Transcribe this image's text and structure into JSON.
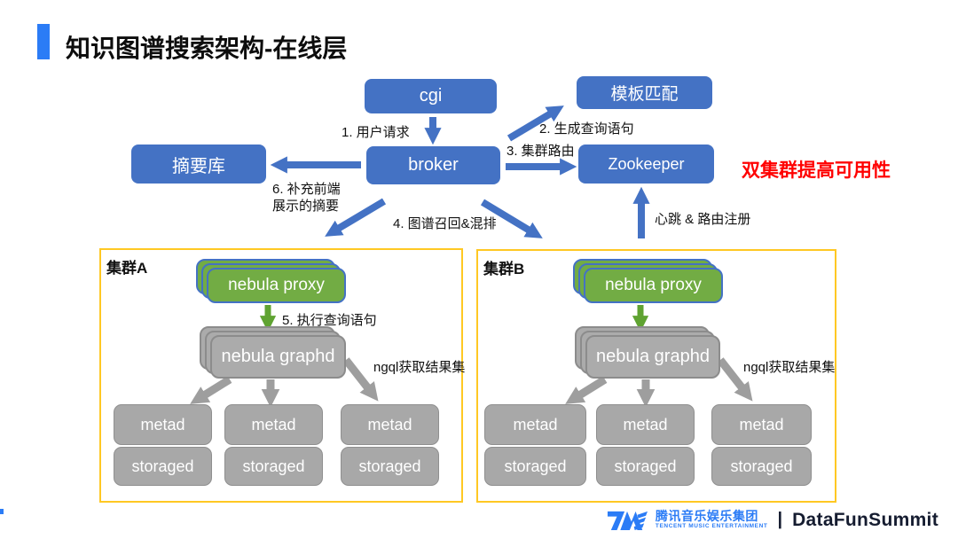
{
  "title": "知识图谱搜索架构-在线层",
  "nodes": {
    "cgi": "cgi",
    "template_match": "模板匹配",
    "summary_db": "摘要库",
    "broker": "broker",
    "zookeeper": "Zookeeper"
  },
  "edge_labels": {
    "user_request": "1. 用户请求",
    "gen_query": "2. 生成查询语句",
    "cluster_route": "3. 集群路由",
    "graph_recall": "4. 图谱召回&混排",
    "supplement_line1": "6. 补充前端",
    "supplement_line2": "展示的摘要",
    "heartbeat": "心跳 & 路由注册"
  },
  "annotation": "双集群提高可用性",
  "clusters": [
    {
      "label": "集群A",
      "proxy_label": "nebula proxy",
      "graphd_label": "nebula graphd",
      "exec_label": "5. 执行查询语句",
      "ngql_label": "ngql获取结果集",
      "columns": [
        {
          "metad": "metad",
          "storaged": "storaged"
        },
        {
          "metad": "metad",
          "storaged": "storaged"
        },
        {
          "metad": "metad",
          "storaged": "storaged"
        }
      ]
    },
    {
      "label": "集群B",
      "proxy_label": "nebula proxy",
      "graphd_label": "nebula graphd",
      "ngql_label": "ngql获取结果集",
      "columns": [
        {
          "metad": "metad",
          "storaged": "storaged"
        },
        {
          "metad": "metad",
          "storaged": "storaged"
        },
        {
          "metad": "metad",
          "storaged": "storaged"
        }
      ]
    }
  ],
  "footer": {
    "tme_cn": "腾讯音乐娱乐集团",
    "tme_en": "TENCENT MUSIC ENTERTAINMENT",
    "separator": "|",
    "summit": "DataFunSummit"
  },
  "colors": {
    "node_blue": "#4472C4",
    "accent_blue": "#2B7CF6",
    "green": "#72AC44",
    "gray": "#A8A8A8",
    "cluster_border_yellow": "#FFC823",
    "annotation_red": "#FF0000",
    "footer_dark": "#151C30"
  }
}
